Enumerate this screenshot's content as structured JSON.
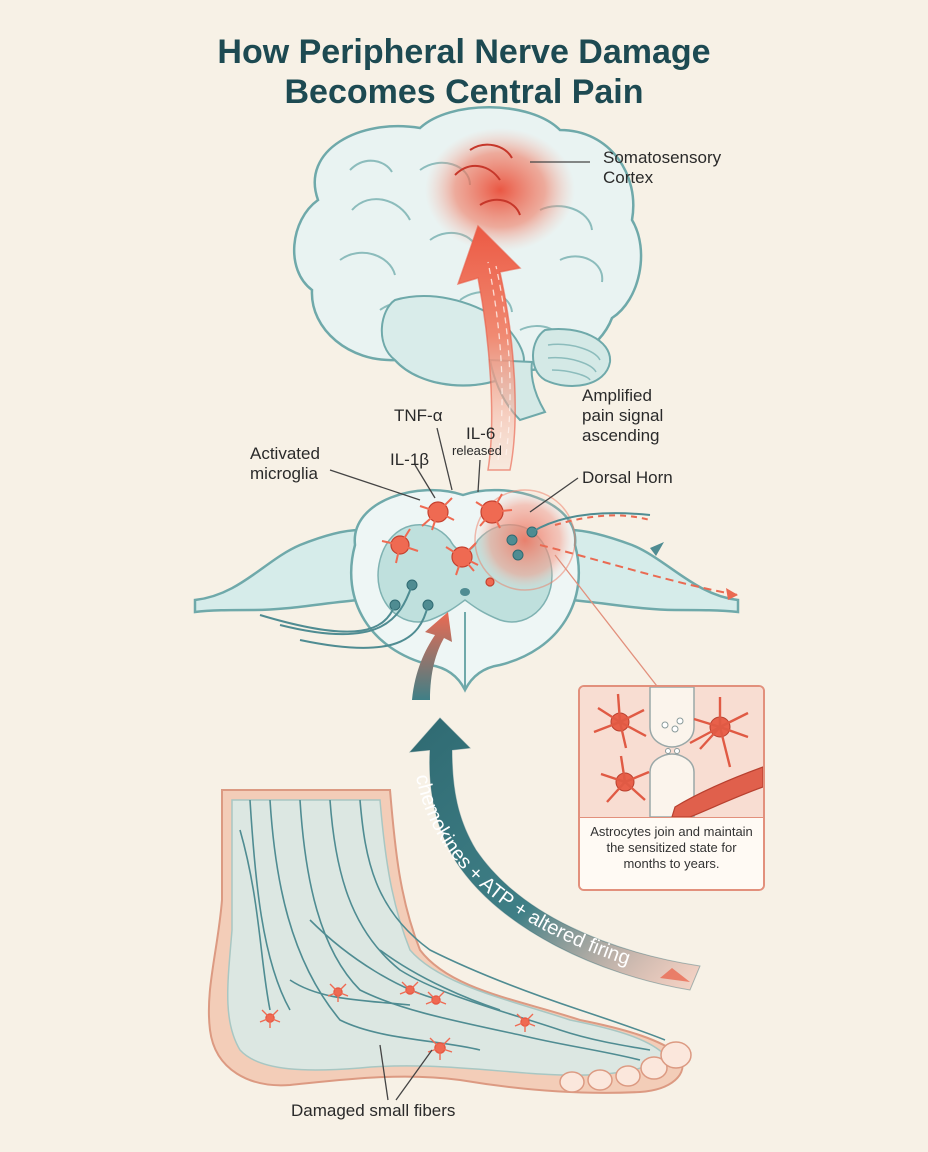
{
  "title": {
    "line1": "How Peripheral Nerve Damage",
    "line2": "Becomes Central Pain"
  },
  "labels": {
    "somatosensory_cortex": [
      "Somatosensory",
      "Cortex"
    ],
    "amplified_signal": [
      "Amplified",
      "pain signal",
      "ascending"
    ],
    "tnf": "TNF-α",
    "il6": "IL-6",
    "il6_sub": "released",
    "il1b": "IL-1β",
    "activated_microglia": [
      "Activated",
      "microglia"
    ],
    "dorsal_horn": "Dorsal Horn",
    "arrow_text": "chemokines + ATP + altered firing",
    "damaged_fibers": "Damaged small fibers"
  },
  "inset": {
    "caption": "Astrocytes join and maintain the sensitized state for months to years."
  },
  "colors": {
    "title": "#1d4a52",
    "teal_fill": "#cfe7e4",
    "teal_stroke": "#6fa9aa",
    "inflammation": "#e8604a",
    "skin": "#f3cdb8",
    "background": "#f7f1e6"
  }
}
